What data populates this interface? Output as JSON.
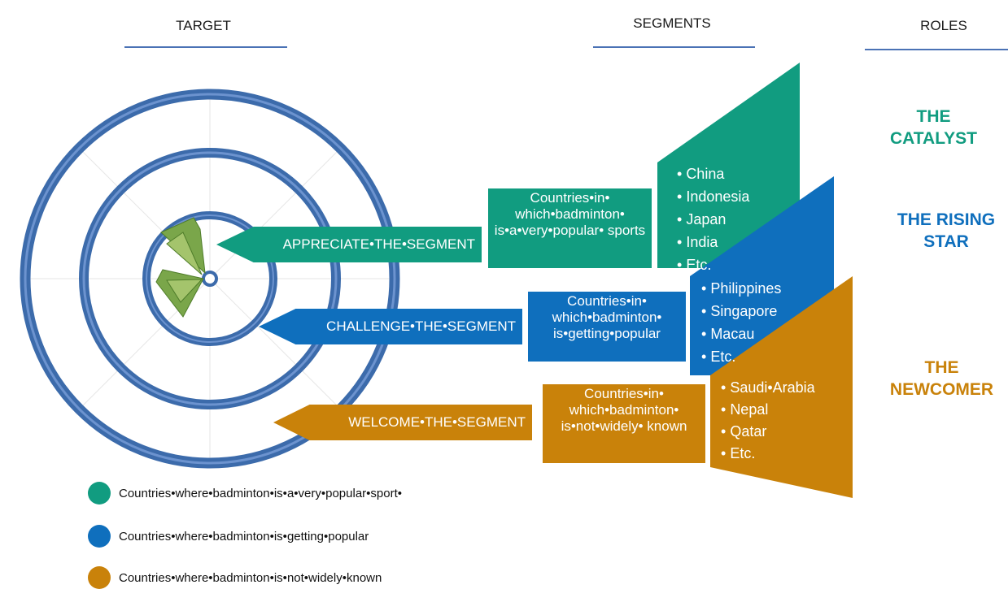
{
  "headers": {
    "target": "TARGET",
    "segments": "SEGMENTS",
    "roles": "ROLES"
  },
  "colors": {
    "green": "#119c80",
    "blue": "#0f6fbd",
    "orange": "#c9820a",
    "ring": "#3c6bab",
    "header_line": "#4a72b5"
  },
  "arrows": [
    {
      "label": "APPRECIATE•THE•SEGMENT",
      "color": "green"
    },
    {
      "label": "CHALLENGE•THE•SEGMENT",
      "color": "blue"
    },
    {
      "label": "WELCOME•THE•SEGMENT",
      "color": "orange"
    }
  ],
  "segments": [
    {
      "description": "Countries•in• which•badminton• is•a•very•popular• sports",
      "countries": [
        "China",
        "Indonesia",
        "Japan",
        "India",
        "Etc."
      ]
    },
    {
      "description": "Countries•in• which•badminton• is•getting•popular",
      "countries": [
        "Philippines",
        "Singapore",
        "Macau",
        "Etc."
      ]
    },
    {
      "description": "Countries•in• which•badminton• is•not•widely• known",
      "countries": [
        "Saudi•Arabia",
        "Nepal",
        "Qatar",
        "Etc."
      ]
    }
  ],
  "roles": [
    {
      "title": "THE CATALYST",
      "color": "green"
    },
    {
      "title": "THE RISING STAR",
      "color": "blue"
    },
    {
      "title": "THE NEWCOMER",
      "color": "orange"
    }
  ],
  "legend": [
    {
      "label": "Countries•where•badminton•is•a•very•popular•sport•",
      "color": "green"
    },
    {
      "label": "Countries•where•badminton•is•getting•popular",
      "color": "blue"
    },
    {
      "label": "Countries•where•badminton•is•not•widely•known",
      "color": "orange"
    }
  ]
}
